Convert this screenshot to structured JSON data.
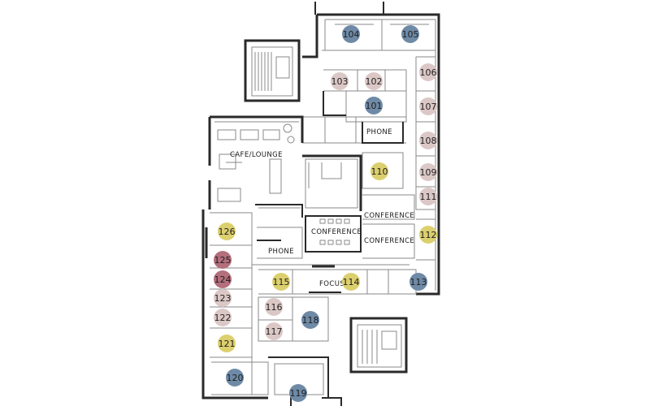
{
  "labels": {
    "cafe": "CAFE/LOUNGE",
    "phone_top": "PHONE",
    "conference_upper": "CONFERENCE",
    "conference_center": "CONFERENCE",
    "conference_right": "CONFERENCE",
    "phone_bottom": "PHONE",
    "focus": "FOCUS"
  },
  "colors": {
    "blue": "#6e8aa6",
    "beige": "#dbc8c6",
    "yellow": "#dccf6e",
    "red": "#b46f7c",
    "wall": "#2a2a2a"
  },
  "rooms": [
    {
      "id": "104",
      "color": "blue"
    },
    {
      "id": "105",
      "color": "blue"
    },
    {
      "id": "103",
      "color": "beige"
    },
    {
      "id": "102",
      "color": "beige"
    },
    {
      "id": "106",
      "color": "beige"
    },
    {
      "id": "101",
      "color": "blue"
    },
    {
      "id": "107",
      "color": "beige"
    },
    {
      "id": "108",
      "color": "beige"
    },
    {
      "id": "110",
      "color": "yellow"
    },
    {
      "id": "109",
      "color": "beige"
    },
    {
      "id": "111",
      "color": "beige"
    },
    {
      "id": "112",
      "color": "yellow"
    },
    {
      "id": "126",
      "color": "yellow"
    },
    {
      "id": "125",
      "color": "red"
    },
    {
      "id": "124",
      "color": "red"
    },
    {
      "id": "115",
      "color": "yellow"
    },
    {
      "id": "114",
      "color": "yellow"
    },
    {
      "id": "113",
      "color": "blue"
    },
    {
      "id": "123",
      "color": "beige"
    },
    {
      "id": "116",
      "color": "beige"
    },
    {
      "id": "122",
      "color": "beige"
    },
    {
      "id": "118",
      "color": "blue"
    },
    {
      "id": "117",
      "color": "beige"
    },
    {
      "id": "121",
      "color": "yellow"
    },
    {
      "id": "120",
      "color": "blue"
    },
    {
      "id": "119",
      "color": "blue"
    }
  ]
}
